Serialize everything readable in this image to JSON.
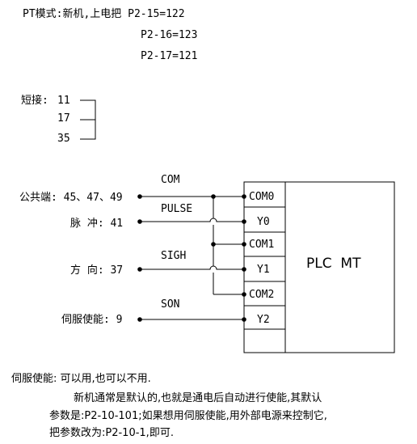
{
  "header": {
    "line1": "PT模式:新机,上电把 P2-15=122",
    "line2": "P2-16=123",
    "line3": "P2-17=121"
  },
  "short": {
    "label": "短接:",
    "pins": [
      "11",
      "17",
      "35"
    ]
  },
  "inputs": {
    "common": "公共端: 45、47、49",
    "pulse": "脉  冲: 41",
    "direction": "方  向: 37",
    "servo": "伺服使能: 9"
  },
  "signals": {
    "com": "COM",
    "pulse": "PULSE",
    "sigh": "SIGH",
    "son": "SON"
  },
  "terminals": [
    "COM0",
    "Y0",
    "COM1",
    "Y1",
    "COM2",
    "Y2"
  ],
  "plc": {
    "label": "PLC  MT"
  },
  "notes": {
    "line1": "伺服使能: 可以用,也可以不用.",
    "line2": "新机通常是默认的,也就是通电后自动进行使能,其默认",
    "line3": "参数是:P2-10-101;如果想用伺服使能,用外部电源来控制它,",
    "line4": "把参数改为:P2-10-1,即可."
  }
}
